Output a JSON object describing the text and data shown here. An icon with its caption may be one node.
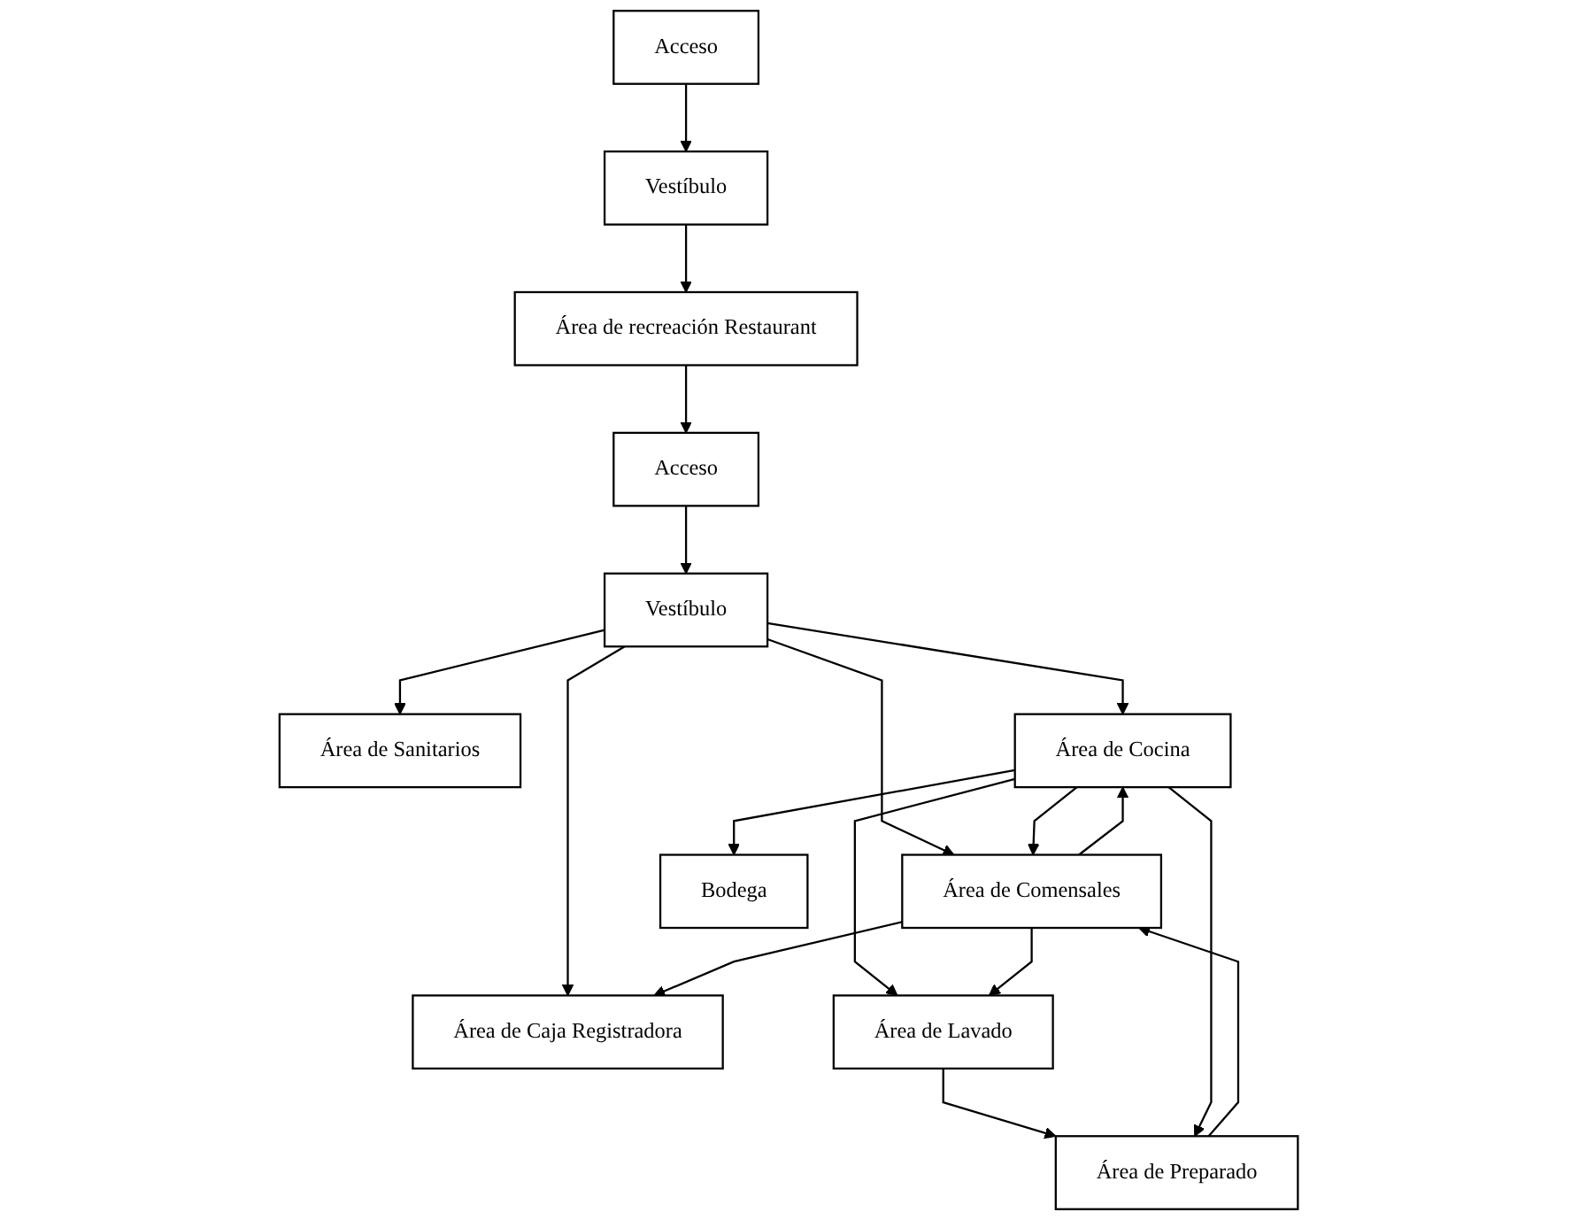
{
  "diagram": {
    "nodes": [
      {
        "text": [
          "Acceso"
        ]
      },
      {
        "text": [
          "Vestíbulo"
        ]
      },
      {
        "text": [
          "Área de recreación Restaurant"
        ]
      },
      {
        "text": [
          "Acceso"
        ]
      },
      {
        "text": [
          "Área de Sanitarios"
        ]
      },
      {
        "text": [
          "Vestíbulo"
        ]
      },
      {
        "text": [
          "Área de Caja Registradora"
        ]
      },
      {
        "text": [
          "Área de Cocina"
        ]
      },
      {
        "text": [
          "Área de Comensales"
        ]
      },
      {
        "text": [
          "Área de Lavado"
        ]
      },
      {
        "text": [
          "Área de Preparado"
        ]
      },
      {
        "text": [
          "Bodega"
        ]
      }
    ],
    "edges": [
      {
        "from": 0,
        "to": 1,
        "arrow": "to"
      },
      {
        "from": 1,
        "to": 2,
        "arrow": "to"
      },
      {
        "from": 2,
        "to": 3,
        "arrow": "to"
      },
      {
        "from": 3,
        "to": 5,
        "arrow": "to"
      },
      {
        "from": 5,
        "to": 4,
        "arrow": "to"
      },
      {
        "from": 5,
        "to": 6,
        "arrow": "to"
      },
      {
        "from": 5,
        "to": 7,
        "arrow": "to"
      },
      {
        "from": 5,
        "to": 8,
        "arrow": "to"
      },
      {
        "from": 7,
        "to": 8,
        "arrow": "to"
      },
      {
        "from": 8,
        "to": 7,
        "arrow": "to"
      },
      {
        "from": 8,
        "to": 6,
        "arrow": "to"
      },
      {
        "from": 7,
        "to": 9,
        "arrow": "to"
      },
      {
        "from": 8,
        "to": 9,
        "arrow": "to"
      },
      {
        "from": 9,
        "to": 10,
        "arrow": "to"
      },
      {
        "from": 10,
        "to": 8,
        "arrow": "to"
      },
      {
        "from": 7,
        "to": 10,
        "arrow": "to"
      },
      {
        "from": 7,
        "to": 11,
        "arrow": "to"
      }
    ]
  }
}
